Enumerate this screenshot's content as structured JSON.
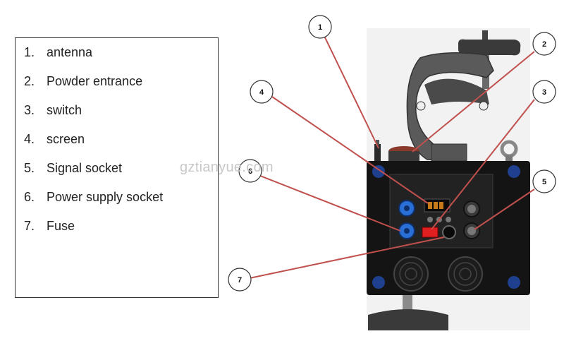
{
  "legend": {
    "items": [
      {
        "num": "1.",
        "label": "antenna"
      },
      {
        "num": "2.",
        "label": "Powder entrance"
      },
      {
        "num": "3.",
        "label": "switch"
      },
      {
        "num": "4.",
        "label": "screen"
      },
      {
        "num": "5.",
        "label": "Signal socket"
      },
      {
        "num": "6.",
        "label": "Power supply socket"
      },
      {
        "num": "7.",
        "label": "Fuse"
      }
    ]
  },
  "watermark": "gztianyue.com",
  "callouts": [
    {
      "id": "callout-1",
      "label": "1"
    },
    {
      "id": "callout-2",
      "label": "2"
    },
    {
      "id": "callout-3",
      "label": "3"
    },
    {
      "id": "callout-4",
      "label": "4"
    },
    {
      "id": "callout-5",
      "label": "5"
    },
    {
      "id": "callout-6",
      "label": "6"
    },
    {
      "id": "callout-7",
      "label": "7"
    }
  ],
  "colors": {
    "leader_line": "#c0504d",
    "device_body": "#141414",
    "panel": "#222222",
    "socket_blue": "#2a6fd6",
    "switch_red": "#e02020",
    "clamp": "#5a5a5a"
  }
}
